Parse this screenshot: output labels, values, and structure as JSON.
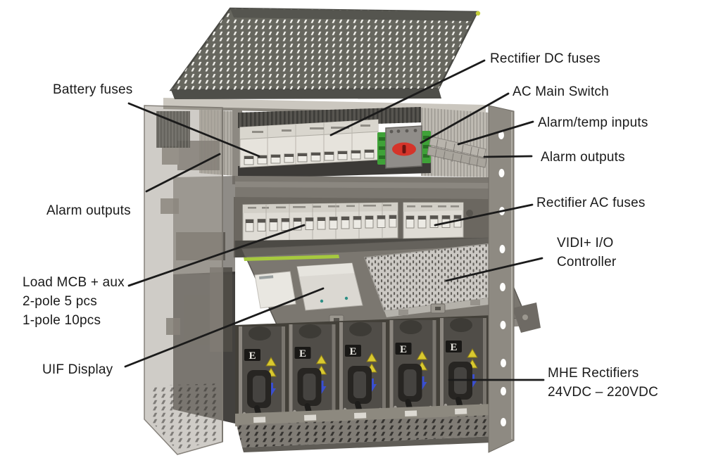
{
  "figure": {
    "kind": "annotated equipment illustration",
    "equipment": "DC power system cabinet with open perforated lid"
  },
  "annotations": {
    "battery_fuses": "Battery fuses",
    "alarm_outputs_left": "Alarm outputs",
    "load_mcb_line1": "Load MCB + aux",
    "load_mcb_line2": "2-pole 5 pcs",
    "load_mcb_line3": "1-pole 10pcs",
    "uif_display": "UIF Display",
    "rectifier_dc_fuses": "Rectifier DC fuses",
    "ac_main_switch": "AC Main Switch",
    "alarm_temp_inputs": "Alarm/temp inputs",
    "alarm_outputs_right": "Alarm outputs",
    "rectifier_ac_fuses": "Rectifier AC fuses",
    "vidi_line1": "VIDI+ I/O",
    "vidi_line2": "Controller",
    "mhe_line1": "MHE Rectifiers",
    "mhe_line2": "24VDC – 220VDC",
    "rectifier_logo": "E"
  },
  "colors": {
    "switch_red": "#d5342a",
    "connector_green": "#3fa238",
    "warning_yellow": "#d9c92f",
    "arrow_blue": "#3a4fd0",
    "lime_strip": "#a6c93f"
  }
}
